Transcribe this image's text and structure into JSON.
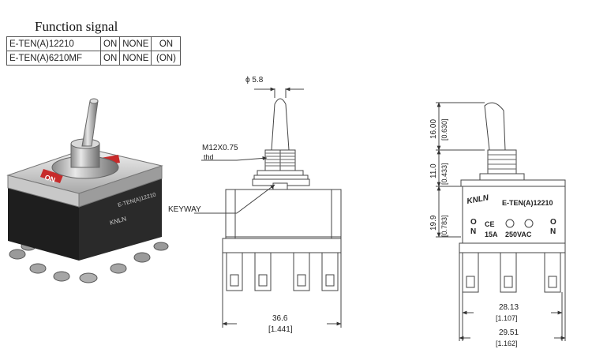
{
  "header": {
    "title": "Function signal"
  },
  "signal_table": {
    "rows": [
      {
        "model": "E-TEN(A)12210",
        "pos1": "ON",
        "pos2": "NONE",
        "pos3": "ON"
      },
      {
        "model": "E-TEN(A)6210MF",
        "pos1": "ON",
        "pos2": "NONE",
        "pos3": "(ON)"
      }
    ]
  },
  "photo": {
    "brand": "KNLN",
    "model": "E-TEN(A)12210",
    "on_label": "ON",
    "side_text": "ON"
  },
  "side_view": {
    "lever_dia": "ϕ 5.8",
    "thread": "M12X0.75",
    "thread_note": "thd",
    "keyway": "KEYWAY",
    "width_mm": "36.6",
    "width_in": "[1.441]"
  },
  "front_view": {
    "dim_lever_mm": "16.00",
    "dim_lever_in": "[0.630]",
    "dim_bushing_mm": "11.0",
    "dim_bushing_in": "[0.433]",
    "dim_body_mm": "19.9",
    "dim_body_in": "[0.783]",
    "brand": "KNLN",
    "model": "E-TEN(A)12210",
    "on_left_1": "O",
    "on_left_2": "N",
    "on_right_1": "O",
    "on_right_2": "N",
    "ce_mark": "CE",
    "rating_current": "15A",
    "rating_voltage": "250VAC",
    "dim_inner_mm": "28.13",
    "dim_inner_in": "[1.107]",
    "dim_outer_mm": "29.51",
    "dim_outer_in": "[1.162]"
  }
}
